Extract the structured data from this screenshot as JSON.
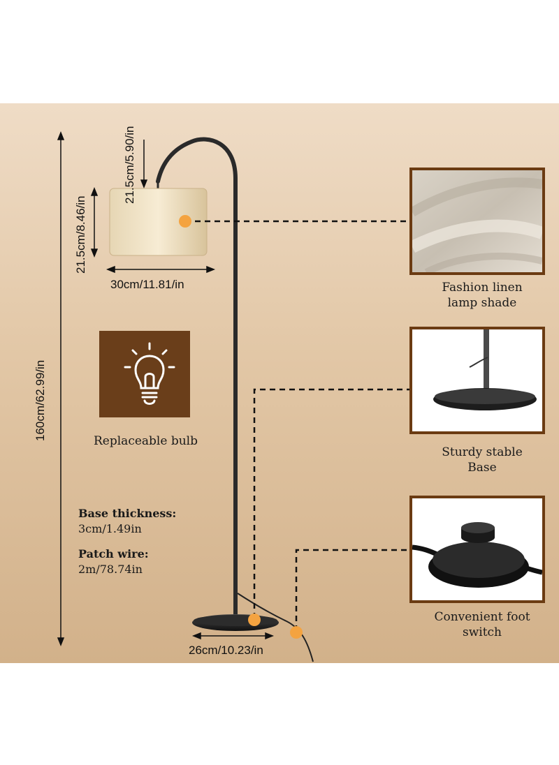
{
  "dimensions": {
    "shade_gap": "21.5cm/5.90/in",
    "shade_height": "21.5cm/8.46/in",
    "shade_width": "30cm/11.81/in",
    "total_height": "160cm/62.99/in",
    "base_width": "26cm/10.23/in"
  },
  "bulb": {
    "label": "Replaceable bulb",
    "icon": "lightbulb-icon"
  },
  "specs": {
    "base_thickness_label": "Base thickness:",
    "base_thickness_value": "3cm/1.49in",
    "patch_wire_label": "Patch wire:",
    "patch_wire_value": "2m/78.74in"
  },
  "features": [
    {
      "line1": "Fashion linen",
      "line2": "lamp shade"
    },
    {
      "line1": "Sturdy stable",
      "line2": "Base"
    },
    {
      "line1": "Convenient foot",
      "line2": "switch"
    }
  ],
  "colors": {
    "background_top": "#efdcc6",
    "background_bottom": "#d2b18a",
    "accent_brown": "#6b3b12",
    "callout_dot": "#f4a340",
    "lamp_metal": "#2a2a2a"
  }
}
